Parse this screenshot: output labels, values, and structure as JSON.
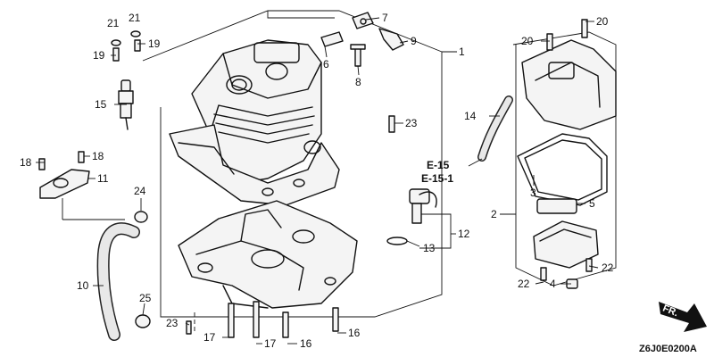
{
  "diagram": {
    "code": "Z6J0E0200A",
    "front_marker": "FR.",
    "references": [
      "E-15",
      "E-15-1"
    ],
    "callouts": [
      {
        "id": "c1",
        "label": "1"
      },
      {
        "id": "c2",
        "label": "2"
      },
      {
        "id": "c3",
        "label": "3"
      },
      {
        "id": "c4",
        "label": "4"
      },
      {
        "id": "c5",
        "label": "5"
      },
      {
        "id": "c6",
        "label": "6"
      },
      {
        "id": "c7",
        "label": "7"
      },
      {
        "id": "c8",
        "label": "8"
      },
      {
        "id": "c9",
        "label": "9"
      },
      {
        "id": "c10",
        "label": "10"
      },
      {
        "id": "c11",
        "label": "11"
      },
      {
        "id": "c12",
        "label": "12"
      },
      {
        "id": "c13",
        "label": "13"
      },
      {
        "id": "c14",
        "label": "14"
      },
      {
        "id": "c15",
        "label": "15"
      },
      {
        "id": "c16a",
        "label": "16"
      },
      {
        "id": "c16b",
        "label": "16"
      },
      {
        "id": "c17a",
        "label": "17"
      },
      {
        "id": "c17b",
        "label": "17"
      },
      {
        "id": "c18a",
        "label": "18"
      },
      {
        "id": "c18b",
        "label": "18"
      },
      {
        "id": "c19a",
        "label": "19"
      },
      {
        "id": "c19b",
        "label": "19"
      },
      {
        "id": "c20a",
        "label": "20"
      },
      {
        "id": "c20b",
        "label": "20"
      },
      {
        "id": "c21a",
        "label": "21"
      },
      {
        "id": "c21b",
        "label": "21"
      },
      {
        "id": "c22a",
        "label": "22"
      },
      {
        "id": "c22b",
        "label": "22"
      },
      {
        "id": "c23a",
        "label": "23"
      },
      {
        "id": "c23b",
        "label": "23"
      },
      {
        "id": "c24",
        "label": "24"
      },
      {
        "id": "c25",
        "label": "25"
      }
    ]
  }
}
